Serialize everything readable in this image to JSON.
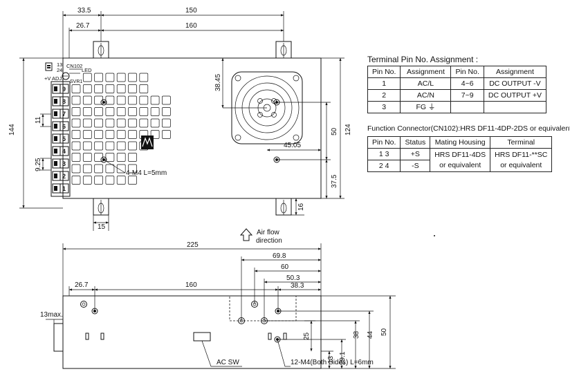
{
  "top_view": {
    "dims": {
      "d33_5": "33.5",
      "d150": "150",
      "d26_7": "26.7",
      "d160": "160",
      "d144": "144",
      "d38_45": "38.45",
      "d45_05": "45.05",
      "d50": "50",
      "d124": "124",
      "d37_5": "37.5",
      "d16": "16",
      "d15": "15",
      "d11": "11",
      "d9_25": "9.25"
    },
    "labels": {
      "cn102": "CN102",
      "led": "LED",
      "svr1": "SVR1",
      "pins_top": "13",
      "pins_bottom": "24",
      "v_adj": "+V ADJ.",
      "mount": "4-M4 L=5mm"
    },
    "terminal_numbers": [
      "9",
      "8",
      "7",
      "6",
      "5",
      "4",
      "3",
      "2",
      "1"
    ]
  },
  "airflow": {
    "line1": "Air flow",
    "line2": "direction"
  },
  "side_view": {
    "dims": {
      "d225": "225",
      "d69_8": "69.8",
      "d60": "60",
      "d50_3": "50.3",
      "d38_3": "38.3",
      "d26_7": "26.7",
      "d160": "160",
      "d13max": "13max.",
      "d25": "25",
      "d13": "13",
      "d29_1": "29.1",
      "d38": "38",
      "d44": "44",
      "d50": "50"
    },
    "labels": {
      "ac_sw": "AC SW",
      "mount": "12-M4(Both Sides) L=6mm"
    }
  },
  "terminal_table": {
    "title": "Terminal Pin No. Assignment :",
    "headers": [
      "Pin No.",
      "Assignment",
      "Pin No.",
      "Assignment"
    ],
    "rows": [
      [
        "1",
        "AC/L",
        "4~6",
        "DC OUTPUT -V"
      ],
      [
        "2",
        "AC/N",
        "7~9",
        "DC OUTPUT +V"
      ],
      [
        "3",
        "FG ⏚",
        "",
        ""
      ]
    ]
  },
  "connector_table": {
    "title": "Function Connector(CN102):HRS DF11-4DP-2DS or equivalent",
    "headers": [
      "Pin No.",
      "Status",
      "Mating Housing",
      "Terminal"
    ],
    "rows": [
      [
        "1  3",
        "+S"
      ],
      [
        "2  4",
        "-S"
      ]
    ],
    "housing_line1": "HRS DF11-4DS",
    "housing_line2": "or equivalent",
    "terminal_line1": "HRS DF11-**SC",
    "terminal_line2": "or equivalent"
  }
}
